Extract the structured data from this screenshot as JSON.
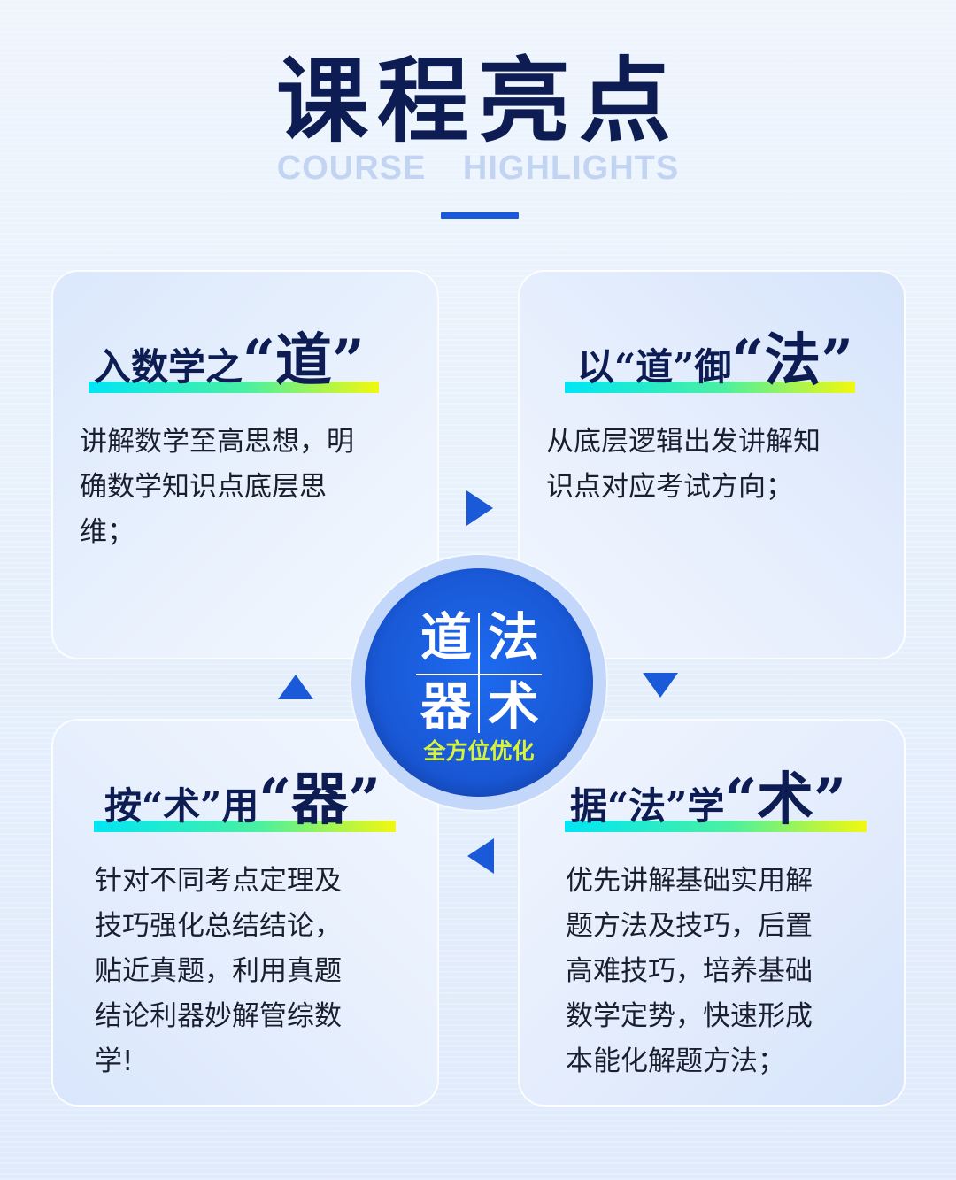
{
  "header": {
    "title": "课程亮点",
    "subtitle": "COURSE HIGHLIGHTS"
  },
  "cards": [
    {
      "heading_prefix": "入数学之",
      "heading_emphasis": "“道”",
      "body_lines": [
        "讲解数学至高思想，明",
        "确数学知识点底层思",
        "维；"
      ]
    },
    {
      "heading_prefix": "以“道”御",
      "heading_emphasis": "“法”",
      "body_lines": [
        "从底层逻辑出发讲解知",
        "识点对应考试方向；"
      ]
    },
    {
      "heading_prefix": "按“术”用",
      "heading_emphasis": "“器”",
      "body_lines": [
        "针对不同考点定理及",
        "技巧强化总结结论，",
        "贴近真题，利用真题",
        "结论利器妙解管综数",
        "学!"
      ]
    },
    {
      "heading_prefix": "据“法”学",
      "heading_emphasis": "“术”",
      "body_lines": [
        "优先讲解基础实用解",
        "题方法及技巧，后置",
        "高难技巧，培养基础",
        "数学定势，快速形成",
        "本能化解题方法；"
      ]
    }
  ],
  "center": {
    "chars": [
      "道",
      "法",
      "器",
      "术"
    ],
    "caption": "全方位优化"
  },
  "colors": {
    "title": "#0d1c52",
    "accent_blue": "#1a5ad8",
    "caption_green": "#d8f43a",
    "highlight_gradient": [
      "#00e5f5",
      "#4bf0a0",
      "#f2f80e"
    ]
  },
  "icons": [
    "arrow-right-icon",
    "arrow-down-icon",
    "arrow-left-icon",
    "arrow-up-icon"
  ]
}
